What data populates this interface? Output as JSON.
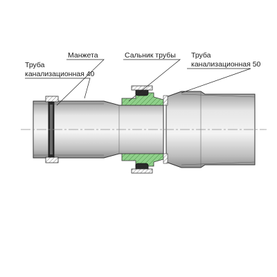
{
  "labels": {
    "pipe40_line1": "Труба",
    "pipe40_line2": "канализационная 40",
    "cuff": "Манжета",
    "gland": "Сальник трубы",
    "pipe50_line1": "Труба",
    "pipe50_line2": "канализационная 50"
  },
  "colors": {
    "pipe_fill": "#d2d2d2",
    "outline": "#333333",
    "gland_green": "#8fd08a",
    "seal_dark": "#2a2a2a",
    "hatch": "#7a7a7a",
    "leader": "#222222"
  }
}
